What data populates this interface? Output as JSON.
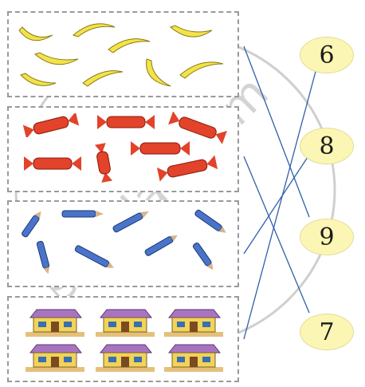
{
  "rows": [
    {
      "name": "bananas",
      "count": 9
    },
    {
      "name": "candies",
      "count": 7
    },
    {
      "name": "pens",
      "count": 8
    },
    {
      "name": "houses",
      "count": 6
    }
  ],
  "answers": [
    {
      "label": "6"
    },
    {
      "label": "8"
    },
    {
      "label": "9"
    },
    {
      "label": "7"
    }
  ],
  "watermark": {
    "text": "shaalaa.com"
  },
  "colors": {
    "banana": "#f2e34a",
    "candy": "#e2432a",
    "pen": "#4a74c9",
    "house_roof": "#a874c2",
    "house_wall": "#f1d35a",
    "line": "#2f5fa8",
    "circle": "#fbf6b3"
  }
}
